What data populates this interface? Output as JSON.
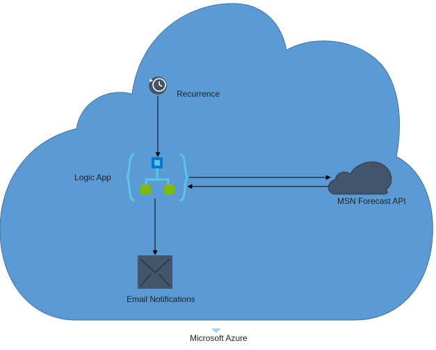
{
  "diagram": {
    "container": {
      "label": "Microsoft Azure",
      "color": "#5b9bd5",
      "icon": "azure-cloud"
    },
    "nodes": {
      "recurrence": {
        "label": "Recurrence",
        "icon": "clock-recurrence-icon"
      },
      "logic_app": {
        "label": "Logic App",
        "icon": "logic-app-icon"
      },
      "msn_forecast_api": {
        "label": "MSN Forecast API",
        "icon": "cloud-icon"
      },
      "email_notifications": {
        "label": "Email Notifications",
        "icon": "envelope-icon"
      }
    },
    "edges": [
      {
        "from": "Recurrence",
        "to": "Logic App"
      },
      {
        "from": "Logic App",
        "to": "MSN Forecast API"
      },
      {
        "from": "MSN Forecast API",
        "to": "Logic App"
      },
      {
        "from": "Logic App",
        "to": "Email Notifications"
      }
    ],
    "colors": {
      "icon_dark": "#44546a",
      "logic_blue": "#0078d4",
      "logic_light": "#5ec4e8",
      "logic_green": "#7fba00"
    }
  }
}
